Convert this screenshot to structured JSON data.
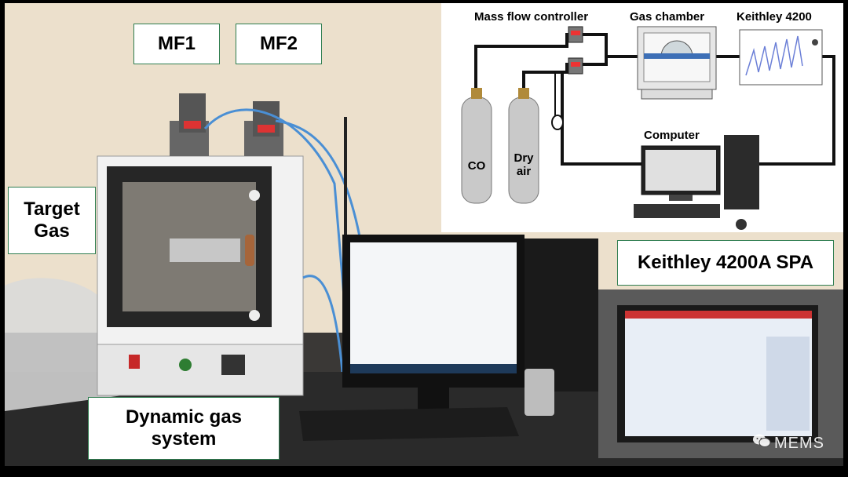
{
  "labels": {
    "mf1": "MF1",
    "mf2": "MF2",
    "target_gas": "Target\nGas",
    "dynamic_gas_system": "Dynamic gas\nsystem",
    "keithley_spa": "Keithley 4200A SPA"
  },
  "diagram": {
    "mass_flow_controller": "Mass flow controller",
    "gas_chamber": "Gas chamber",
    "keithley_4200": "Keithley 4200",
    "computer": "Computer",
    "co_tank": "CO",
    "dry_air_tank": "Dry\nair"
  },
  "watermark": "MEMS",
  "icons": [
    "wechat-icon"
  ],
  "colors": {
    "label_border": "#2e7d4f",
    "tank_gray": "#c9c9c9",
    "cable_blue": "#4a8fd4"
  }
}
